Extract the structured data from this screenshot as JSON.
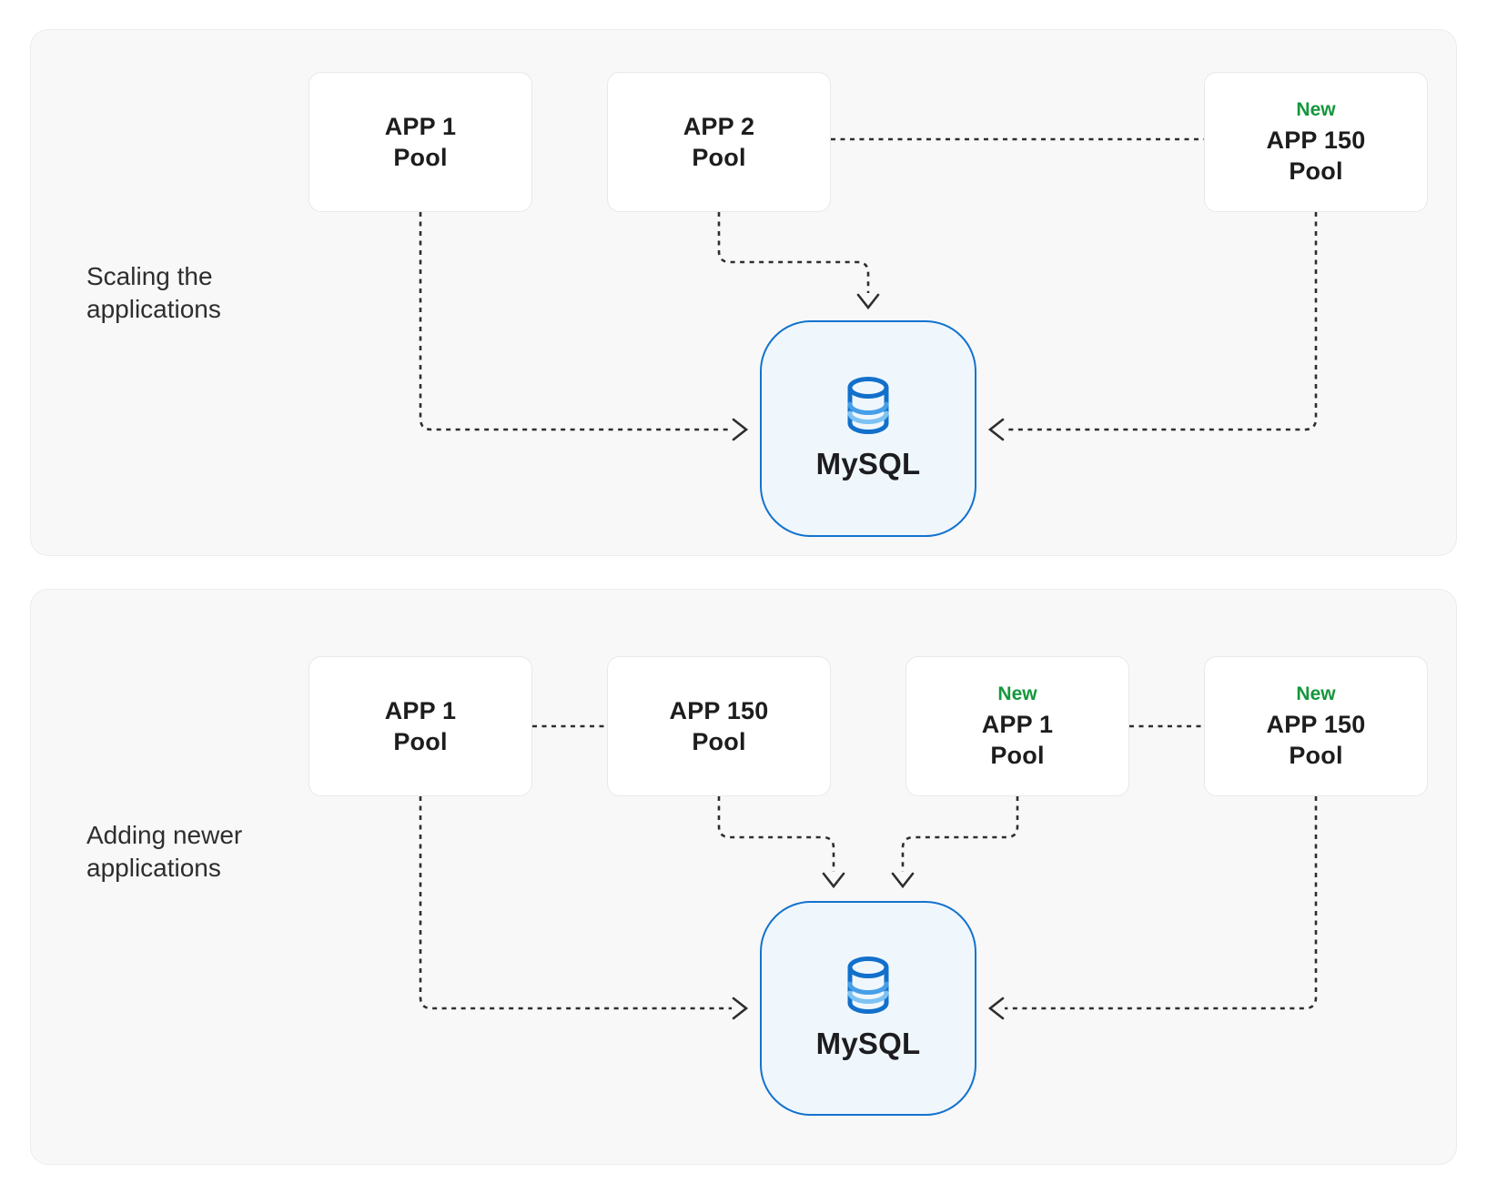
{
  "diagram": {
    "panel1": {
      "label_line1": "Scaling the",
      "label_line2": "applications",
      "boxes": {
        "app1": {
          "line1": "APP 1",
          "line2": "Pool"
        },
        "app2": {
          "line1": "APP 2",
          "line2": "Pool"
        },
        "app150": {
          "badge": "New",
          "line1": "APP 150",
          "line2": "Pool"
        }
      },
      "db": {
        "label": "MySQL"
      }
    },
    "panel2": {
      "label_line1": "Adding newer",
      "label_line2": "applications",
      "boxes": {
        "app1": {
          "line1": "APP 1",
          "line2": "Pool"
        },
        "app150": {
          "line1": "APP 150",
          "line2": "Pool"
        },
        "app1_new": {
          "badge": "New",
          "line1": "APP 1",
          "line2": "Pool"
        },
        "app150_new": {
          "badge": "New",
          "line1": "APP 150",
          "line2": "Pool"
        }
      },
      "db": {
        "label": "MySQL"
      }
    },
    "colors": {
      "accent_blue": "#1372ce",
      "db_fill": "#eff7fd",
      "badge_green": "#15973b",
      "connector": "#2e2e2e",
      "panel_bg": "#f8f8f8"
    }
  }
}
